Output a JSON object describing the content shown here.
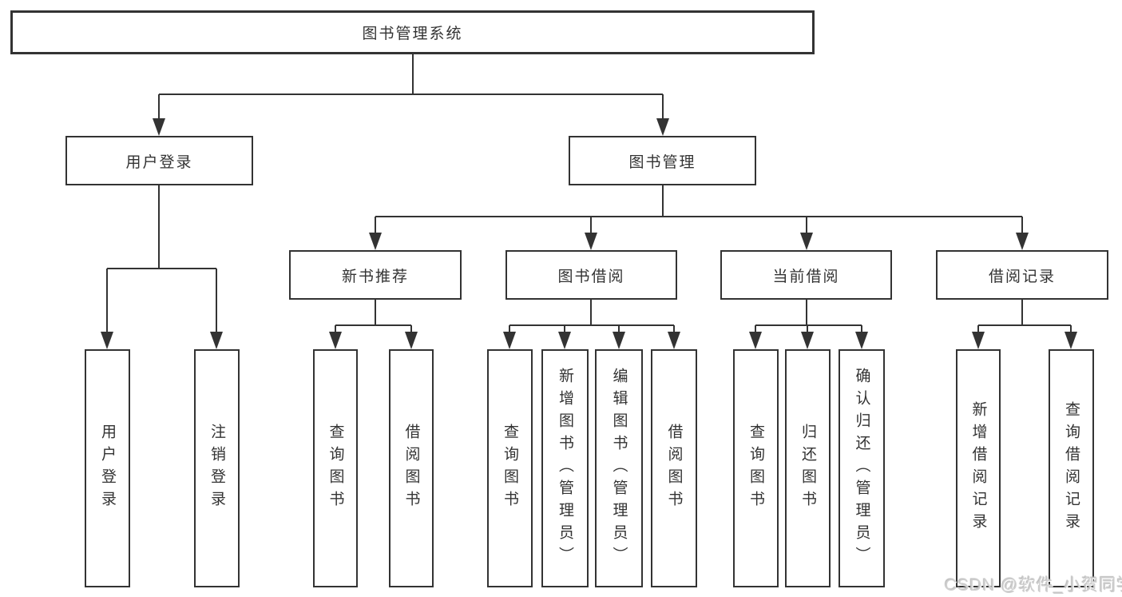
{
  "diagram_title": "图书管理系统",
  "nodes": {
    "root": {
      "label": "图书管理系统"
    },
    "user_login": {
      "label": "用户登录"
    },
    "book_mgmt": {
      "label": "图书管理"
    },
    "new_books": {
      "label": "新书推荐"
    },
    "book_borrow": {
      "label": "图书借阅"
    },
    "current_borrow": {
      "label": "当前借阅"
    },
    "borrow_records": {
      "label": "借阅记录"
    },
    "leaf_user_login": {
      "label": "用户登录"
    },
    "leaf_logout": {
      "label": "注销登录"
    },
    "leaf_nb_query": {
      "label": "查询图书"
    },
    "leaf_nb_borrow": {
      "label": "借阅图书"
    },
    "leaf_bb_query": {
      "label": "查询图书"
    },
    "leaf_bb_add": {
      "label": "新增图书（管理员）"
    },
    "leaf_bb_edit": {
      "label": "编辑图书（管理员）"
    },
    "leaf_bb_borrow": {
      "label": "借阅图书"
    },
    "leaf_cb_query": {
      "label": "查询图书"
    },
    "leaf_cb_return": {
      "label": "归还图书"
    },
    "leaf_cb_confirm": {
      "label": "确认归还（管理员）"
    },
    "leaf_br_add": {
      "label": "新增借阅记录"
    },
    "leaf_br_query": {
      "label": "查询借阅记录"
    }
  },
  "watermark": "CSDN @软件_小贺同学",
  "colors": {
    "line": "#333333",
    "text": "#333333",
    "box_background": "#ffffff",
    "page_background": "#ffffff",
    "watermark": "#cfcfcf"
  }
}
